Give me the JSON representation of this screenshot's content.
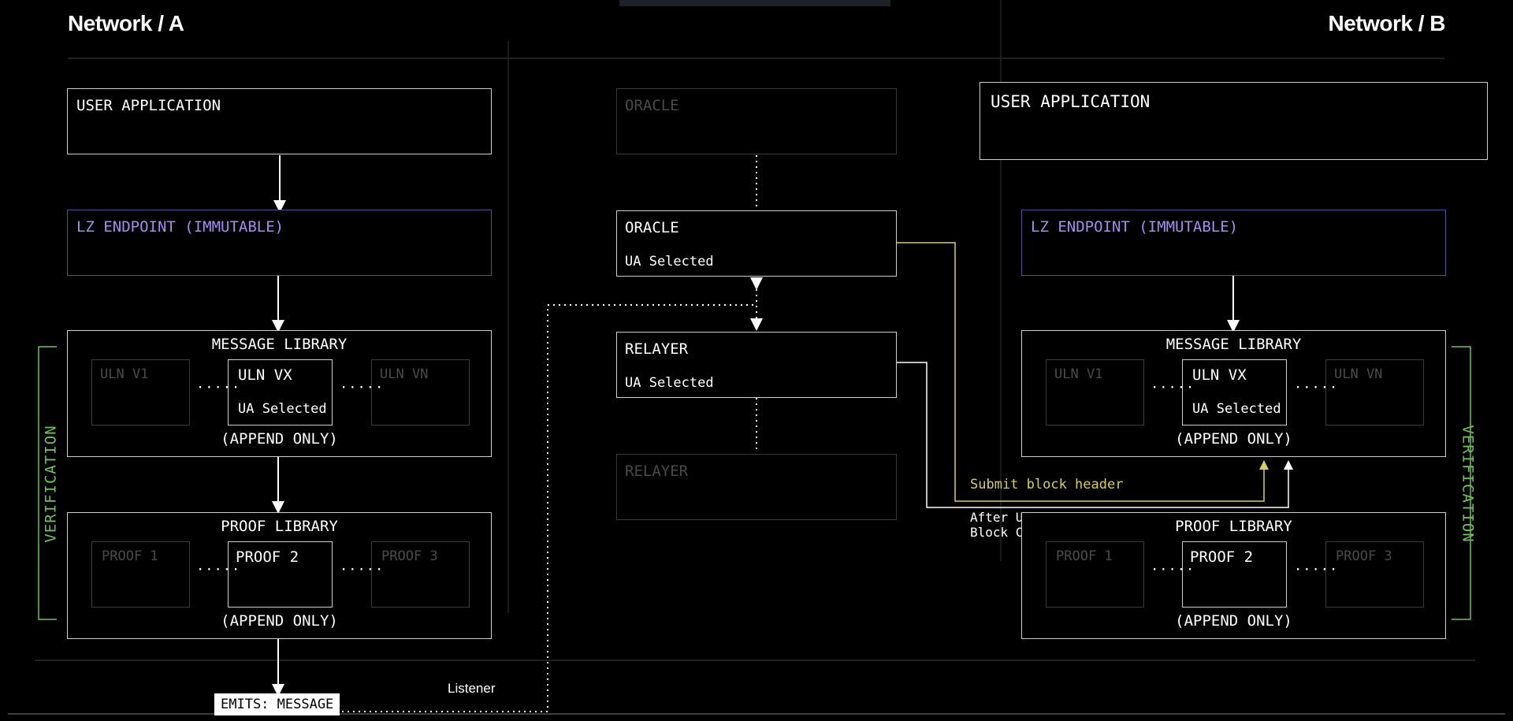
{
  "network_a": {
    "title": "Network / A",
    "user_application": "USER APPLICATION",
    "lz_endpoint": "LZ ENDPOINT (IMMUTABLE)",
    "message_library": {
      "title": "MESSAGE LIBRARY",
      "uln_v1": "ULN V1",
      "uln_vx": "ULN VX",
      "uln_vx_sub": "UA Selected",
      "uln_vn": "ULN VN",
      "footer": "(APPEND ONLY)"
    },
    "proof_library": {
      "title": "PROOF LIBRARY",
      "proof1": "PROOF 1",
      "proof2": "PROOF 2",
      "proof3": "PROOF 3",
      "footer": "(APPEND ONLY)"
    },
    "verification": "VERIFICATION",
    "emits": "EMITS: MESSAGE"
  },
  "middle": {
    "oracle_dim": "ORACLE",
    "oracle": "ORACLE",
    "oracle_sub": "UA Selected",
    "relayer": "RELAYER",
    "relayer_sub": "UA Selected",
    "relayer_dim": "RELAYER",
    "listener": "Listener",
    "submit_block_header": "Submit block header",
    "after_line1": "After UA Selected",
    "after_line2": "Block Confirmations"
  },
  "network_b": {
    "title": "Network / B",
    "user_application": "USER APPLICATION",
    "lz_endpoint": "LZ ENDPOINT (IMMUTABLE)",
    "message_library": {
      "title": "MESSAGE LIBRARY",
      "uln_v1": "ULN V1",
      "uln_vx": "ULN VX",
      "uln_vx_sub": "UA Selected",
      "uln_vn": "ULN VN",
      "footer": "(APPEND ONLY)"
    },
    "proof_library": {
      "title": "PROOF LIBRARY",
      "proof1": "PROOF 1",
      "proof2": "PROOF 2",
      "proof3": "PROOF 3",
      "footer": "(APPEND ONLY)"
    },
    "verification": "VERIFICATION"
  },
  "colors": {
    "background": "#000000",
    "box_border": "#cfcfcf",
    "dim_border": "#3a3a3a",
    "endpoint_purple": "#a58cf0",
    "verification_green": "#6fc05a",
    "submit_yellow": "#d8cf5a"
  }
}
